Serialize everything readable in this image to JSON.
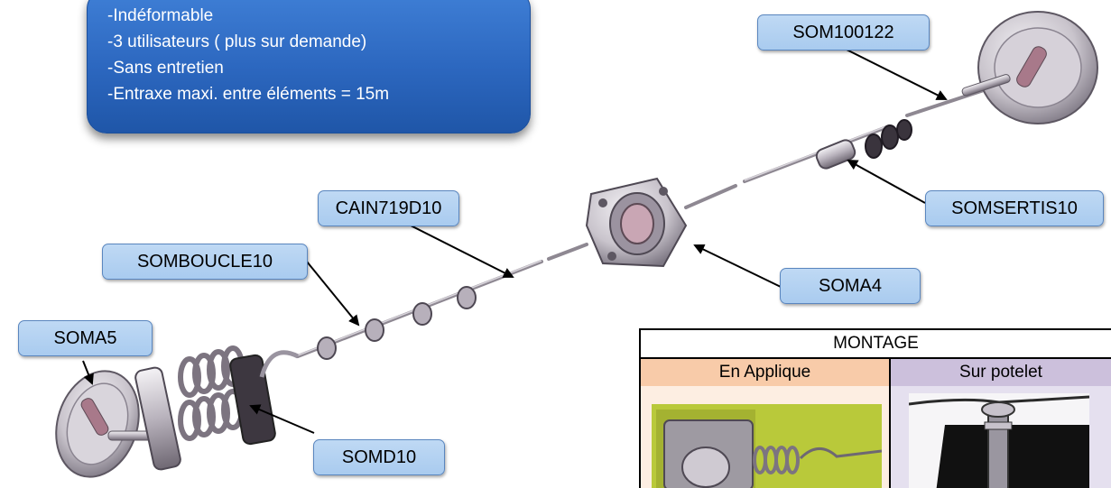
{
  "features": {
    "items": [
      "-Indéformable",
      "-3 utilisateurs ( plus sur demande)",
      "-Sans entretien",
      "-Entraxe maxi. entre éléments = 15m"
    ]
  },
  "labels": {
    "som100122": "SOM100122",
    "somsertis10": "SOMSERTIS10",
    "cain719d10": "CAIN719D10",
    "soma4": "SOMA4",
    "somboucle10": "SOMBOUCLE10",
    "soma5": "SOMA5",
    "somd10": "SOMD10"
  },
  "montage": {
    "title": "MONTAGE",
    "left_header": "En Applique",
    "right_header": "Sur potelet"
  }
}
